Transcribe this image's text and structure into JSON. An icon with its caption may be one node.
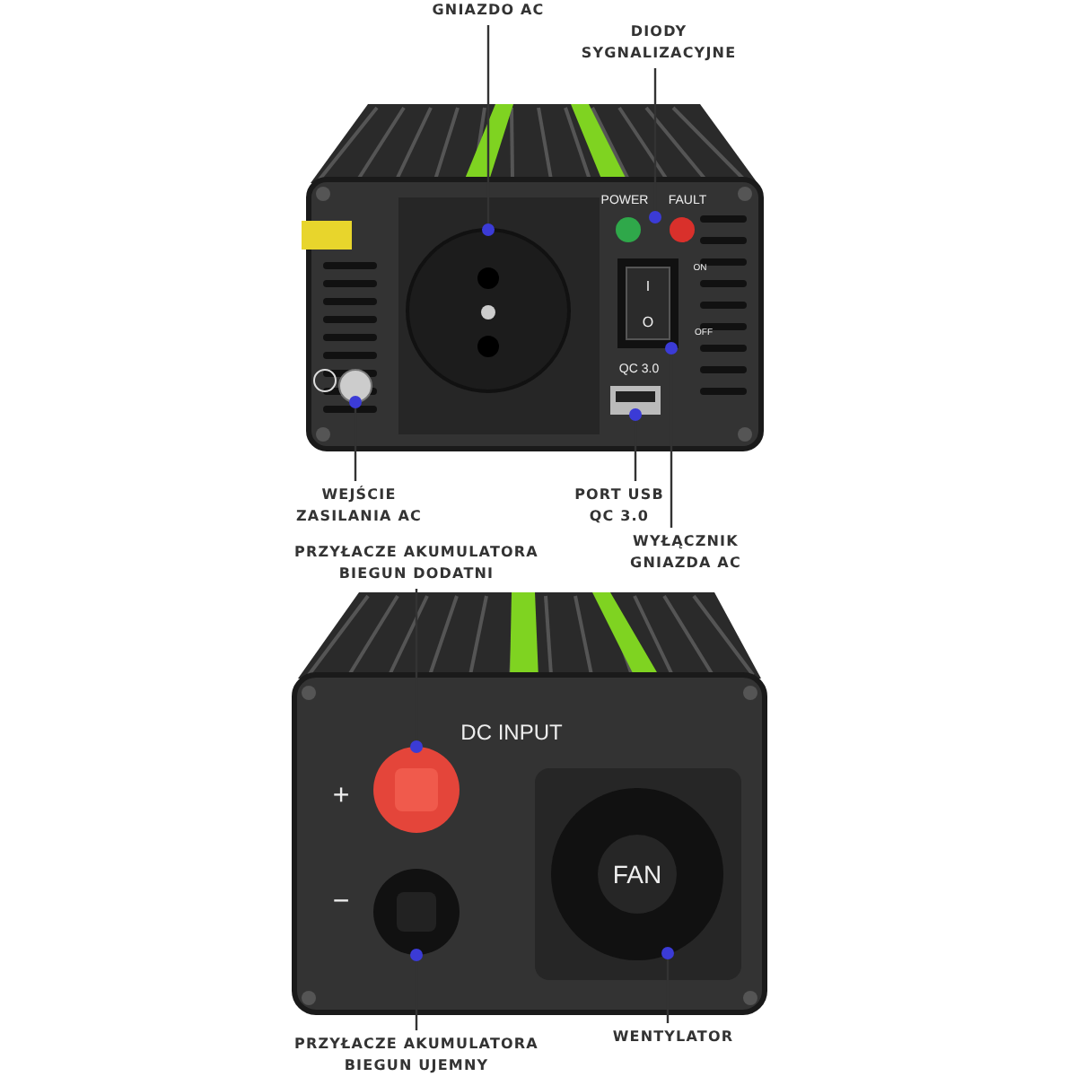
{
  "diagram": {
    "nodes": [
      {
        "text": [
          "GNIAZDO AC"
        ]
      },
      {
        "text": [
          "DIODY SYGNALIZACYJNE"
        ]
      },
      {
        "text": [
          "WEJŚCIE ZASILANIA AC"
        ]
      },
      {
        "text": [
          "PORT USB QC 3.0"
        ]
      },
      {
        "text": [
          "WYŁĄCZNIK GNIAZDA AC"
        ]
      },
      {
        "text": [
          "PRZYŁACZE AKUMULATORA BIEGUN DODATNI"
        ]
      },
      {
        "text": [
          "PRZYŁACZE AKUMULATORA BIEGUN UJEMNY"
        ]
      },
      {
        "text": [
          "WENTYLATOR"
        ]
      },
      {
        "text": [],
        "shape": "picture"
      },
      {
        "text": [],
        "shape": "picture"
      },
      {
        "text": [],
        "shape": "picture"
      },
      {
        "text": [],
        "shape": "picture"
      },
      {
        "text": [
          "I",
          "O"
        ]
      },
      {
        "text": [],
        "shape": "picture"
      },
      {
        "text": [],
        "shape": "picture"
      },
      {
        "text": [
          "FAN"
        ]
      }
    ],
    "edges": [
      {
        "from": 0,
        "to": 8,
        "arrow": "other"
      },
      {
        "from": 1,
        "to": 9,
        "arrow": "other"
      },
      {
        "from": 2,
        "to": 10,
        "arrow": "other"
      },
      {
        "from": 3,
        "to": 11,
        "arrow": "other"
      },
      {
        "from": 4,
        "to": 12,
        "arrow": "other"
      },
      {
        "from": 5,
        "to": 13,
        "arrow": "other"
      },
      {
        "from": 6,
        "to": 14,
        "arrow": "other"
      },
      {
        "from": 7,
        "to": 15,
        "arrow": "other"
      }
    ],
    "labels": [
      "POWER",
      "FAULT",
      "ON",
      "OFF",
      "QC 3.0",
      "DC INPUT",
      "+",
      "−"
    ]
  }
}
